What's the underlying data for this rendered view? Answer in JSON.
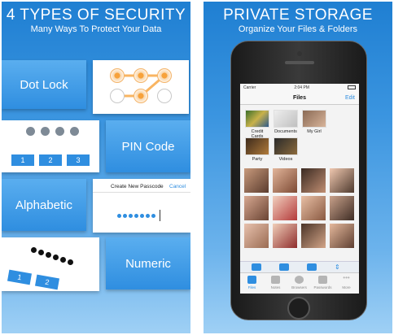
{
  "left_panel": {
    "headline": "4 TYPES OF SECURITY",
    "subline": "Many Ways To Protect Your Data",
    "tiles": {
      "dot_lock": "Dot Lock",
      "pin_code": "PIN Code",
      "alphabetic": "Alphabetic",
      "numeric": "Numeric"
    },
    "pin_keys": [
      "1",
      "2",
      "3"
    ],
    "numeric_keys": [
      "1",
      "2"
    ],
    "passcode_screen": {
      "title": "Create New Passcode",
      "cancel": "Cancel"
    }
  },
  "right_panel": {
    "headline": "PRIVATE STORAGE",
    "subline": "Organize Your Files & Folders",
    "phone": {
      "carrier": "Carrier",
      "time": "2:04 PM",
      "nav_title": "Files",
      "edit_label": "Edit",
      "folders": [
        "Credit Cards",
        "Documents",
        "My Girl",
        "Party",
        "Videos"
      ],
      "tabs": [
        "Files",
        "Notes",
        "Browsers",
        "Passwords",
        "More"
      ]
    }
  },
  "colors": {
    "accent_blue": "#2f8ee0",
    "pattern_orange": "#f7a23b"
  }
}
